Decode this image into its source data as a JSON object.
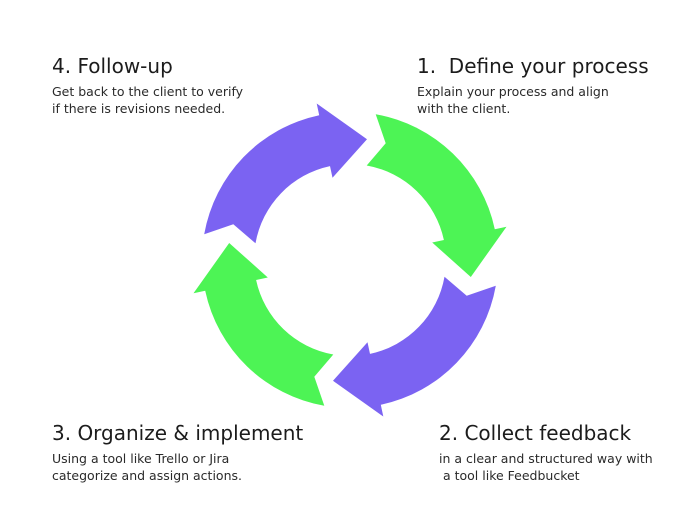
{
  "colors": {
    "green": "#4df455",
    "purple": "#7b63f2",
    "text": "#1c1c1c",
    "background": "#ffffff"
  },
  "cycle": {
    "segments": [
      {
        "name": "arrow-define-process",
        "color": "green",
        "step": 1
      },
      {
        "name": "arrow-collect-feedback",
        "color": "purple",
        "step": 2
      },
      {
        "name": "arrow-organize-implement",
        "color": "green",
        "step": 3
      },
      {
        "name": "arrow-follow-up",
        "color": "purple",
        "step": 4
      }
    ],
    "direction": "clockwise"
  },
  "steps": {
    "step1": {
      "title": "1.  Define your process",
      "description": "Explain your process and align\nwith the client."
    },
    "step2": {
      "title": "2. Collect feedback",
      "description": "in a clear and structured way with\n a tool like Feedbucket"
    },
    "step3": {
      "title": "3. Organize & implement",
      "description": "Using a tool like Trello or Jira\ncategorize and assign actions."
    },
    "step4": {
      "title": "4. Follow-up",
      "description": "Get back to the client to verify\nif there is revisions needed."
    }
  }
}
